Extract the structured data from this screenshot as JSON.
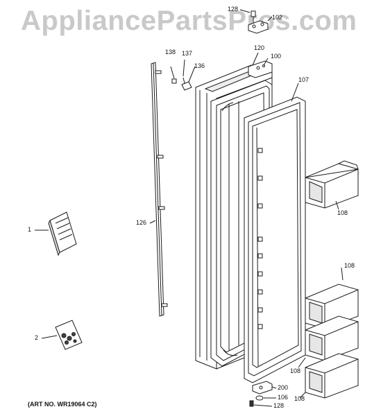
{
  "watermark": "AppliancePartsPros.com",
  "art_number": "(ART NO. WR19064 C2)",
  "callouts": [
    {
      "id": "c128a",
      "label": "128"
    },
    {
      "id": "c102",
      "label": "102"
    },
    {
      "id": "c120",
      "label": "120"
    },
    {
      "id": "c100",
      "label": "100"
    },
    {
      "id": "c138",
      "label": "138"
    },
    {
      "id": "c137",
      "label": "137"
    },
    {
      "id": "c136",
      "label": "136"
    },
    {
      "id": "c107",
      "label": "107"
    },
    {
      "id": "c126",
      "label": "126"
    },
    {
      "id": "c1",
      "label": "1"
    },
    {
      "id": "c2",
      "label": "2"
    },
    {
      "id": "c108a",
      "label": "108"
    },
    {
      "id": "c108b",
      "label": "108"
    },
    {
      "id": "c108c",
      "label": "108"
    },
    {
      "id": "c108d",
      "label": "108"
    },
    {
      "id": "c200",
      "label": "200"
    },
    {
      "id": "c106",
      "label": "106"
    },
    {
      "id": "c128b",
      "label": "128"
    }
  ],
  "colors": {
    "line": "#1a1a1a",
    "fill": "#ffffff",
    "shade": "#d8d8d8",
    "watermark": "#c9c9c9"
  }
}
